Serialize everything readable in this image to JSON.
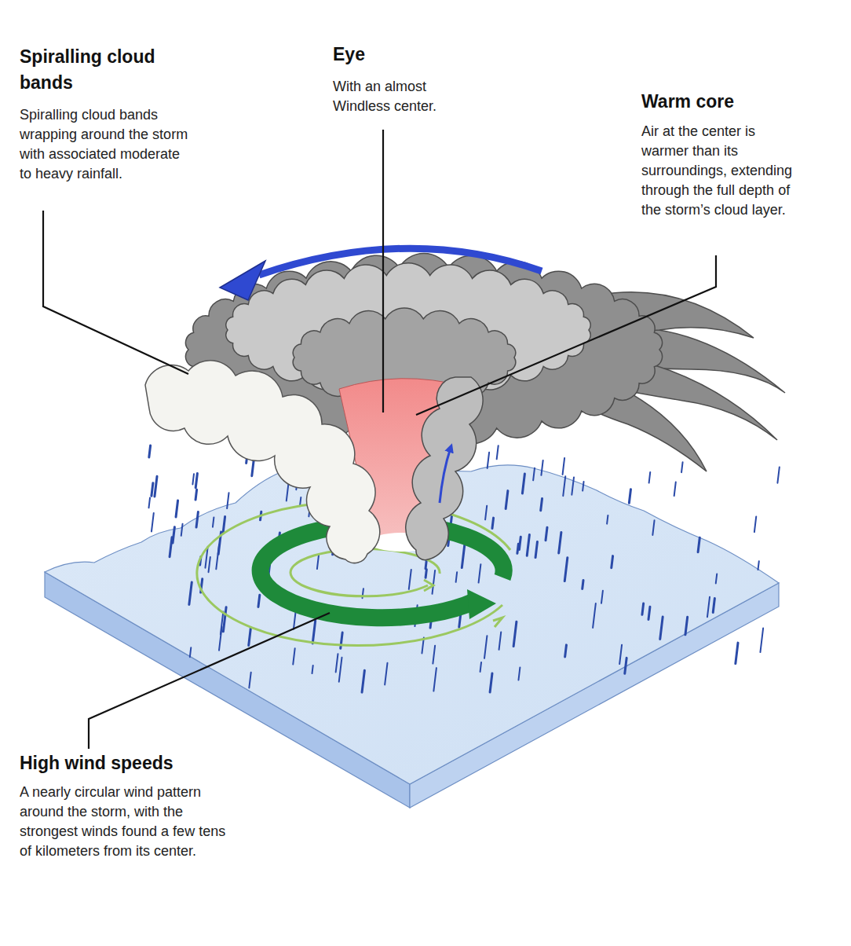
{
  "diagram": {
    "labels": [
      "Spiralling cloud bands",
      "Spiralling cloud bands wrapping around the storm with associated moderate to heavy rainfall.",
      "Eye",
      "With an almost Windless center.",
      "Warm core",
      "Air at the center is warmer than its surroundings, extending through the full depth of the storm’s cloud layer.",
      "High wind speeds",
      "A nearly circular wind pattern around the storm, with the strongest winds found a few tens of kilometers from its center."
    ]
  }
}
